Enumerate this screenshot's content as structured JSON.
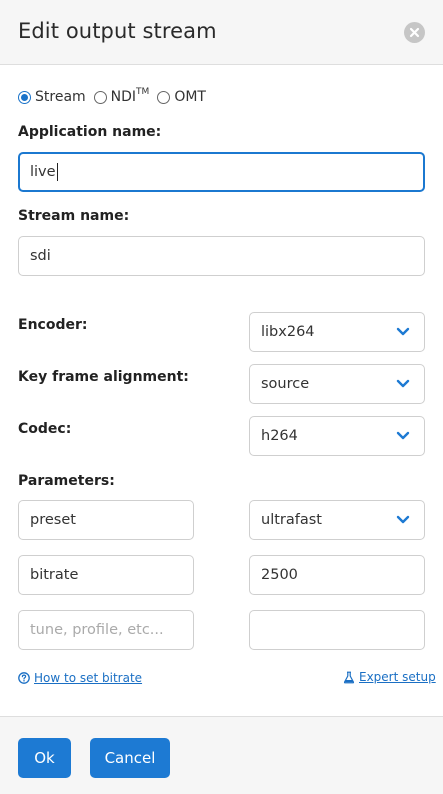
{
  "dialog": {
    "title": "Edit output stream"
  },
  "output_type": {
    "options": [
      {
        "label": "Stream",
        "selected": true
      },
      {
        "label": "NDI",
        "superscript": "TM",
        "selected": false
      },
      {
        "label": "OMT",
        "selected": false
      }
    ]
  },
  "application": {
    "label": "Application name:",
    "value": "live"
  },
  "stream": {
    "label": "Stream name:",
    "value": "sdi"
  },
  "encoder": {
    "label": "Encoder:",
    "value": "libx264"
  },
  "keyframe": {
    "label": "Key frame alignment:",
    "value": "source"
  },
  "codec": {
    "label": "Codec:",
    "value": "h264"
  },
  "parameters": {
    "label": "Parameters:",
    "rows": [
      {
        "key": "preset",
        "value": "ultrafast"
      },
      {
        "key": "bitrate",
        "value": "2500"
      },
      {
        "key_placeholder": "tune, profile, etc...",
        "value": ""
      }
    ]
  },
  "links": {
    "bitrate_help": "How to set bitrate",
    "expert_setup": "Expert setup"
  },
  "buttons": {
    "ok": "Ok",
    "cancel": "Cancel"
  },
  "colors": {
    "accent": "#1d7ad3",
    "link": "#1a6fc4",
    "focus_border": "#1b78d0"
  },
  "icons": {
    "close": "close-circle-icon",
    "help": "question-circle-icon",
    "expert": "flask-icon",
    "chevron": "chevron-down-icon"
  }
}
